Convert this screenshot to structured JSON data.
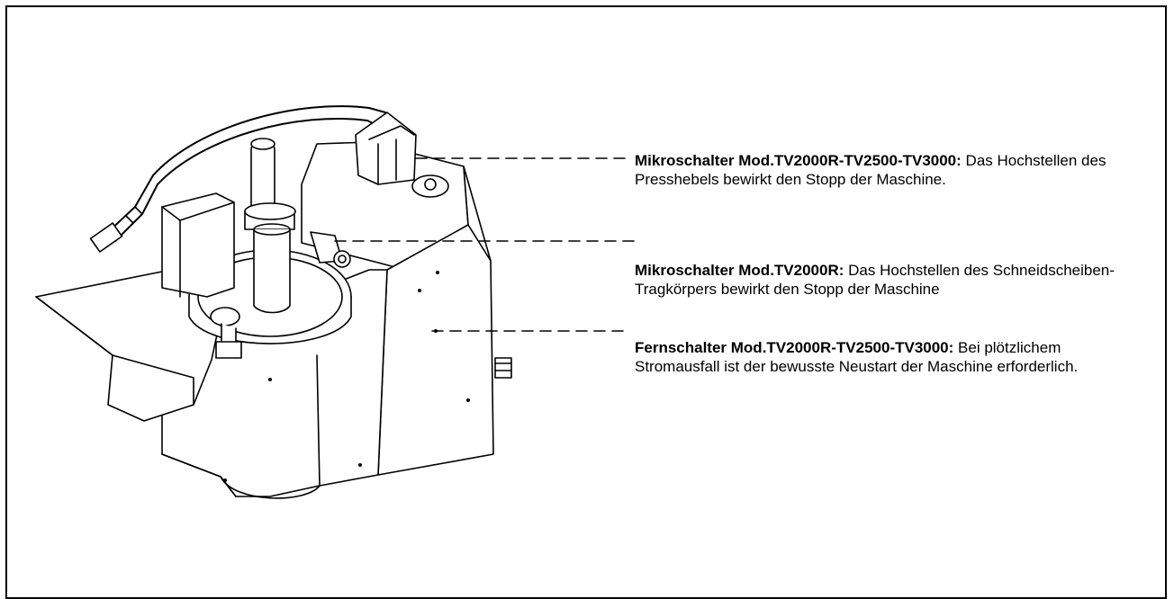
{
  "callouts": [
    {
      "title": "Mikroschalter Mod.TV2000R-TV2500-TV3000:",
      "text": " Das Hochstellen des Presshebels bewirkt den Stopp der Maschine."
    },
    {
      "title": "Mikroschalter Mod.TV2000R:",
      "text": " Das Hochstellen des Schneidscheiben-Tragkörpers bewirkt den Stopp der Maschine"
    },
    {
      "title": "Fernschalter Mod.TV2000R-TV2500-TV3000:",
      "text": " Bei plötzlichem Stromausfall ist der bewusste Neustart der Maschine erforderlich."
    }
  ],
  "colors": {
    "line": "#000000",
    "background": "#ffffff"
  },
  "icons": {
    "machine": "vegetable-cutter-machine-drawing"
  }
}
